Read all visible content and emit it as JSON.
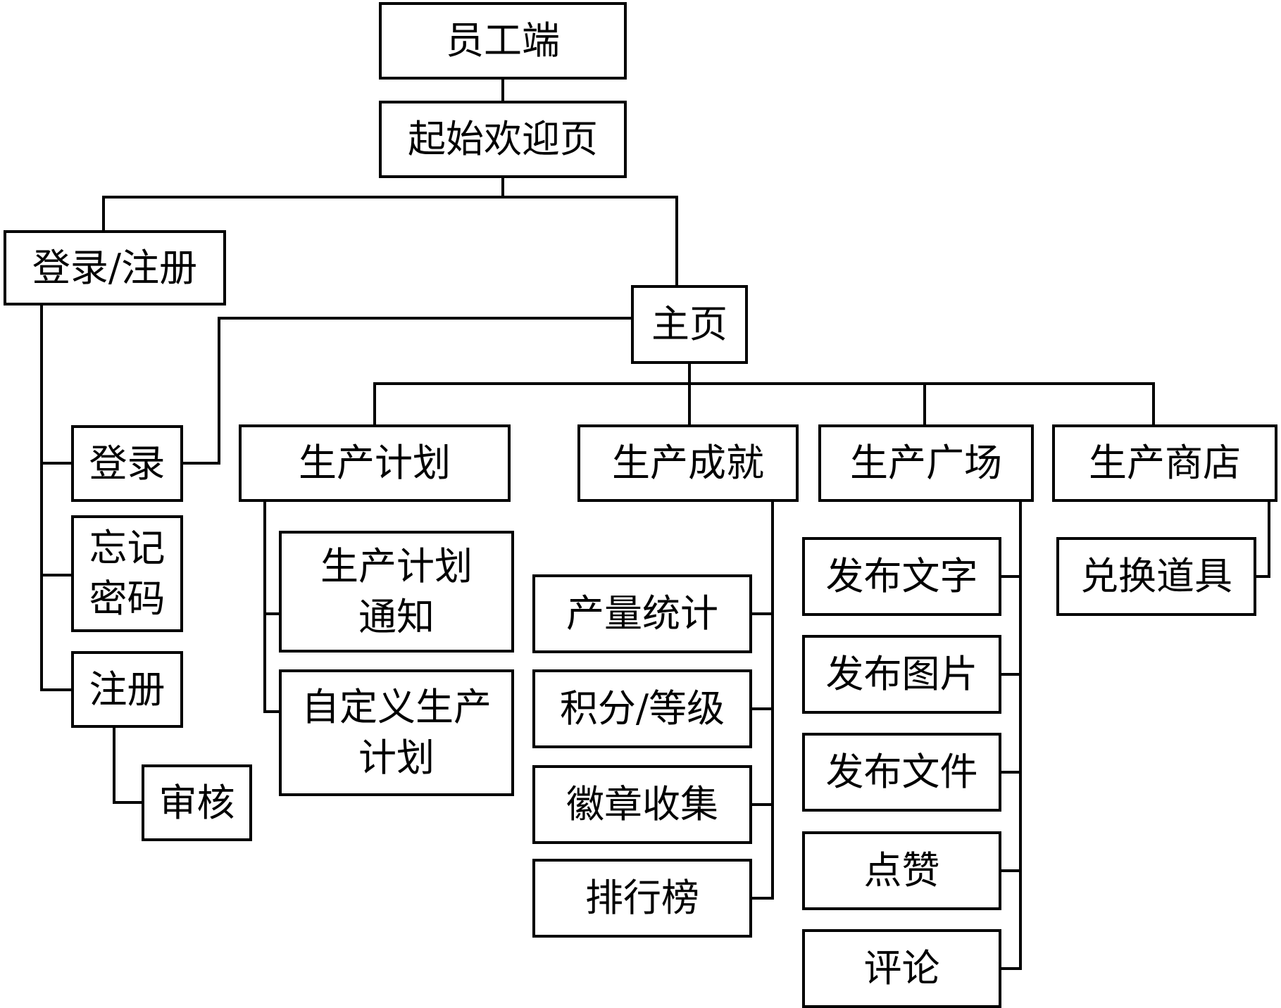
{
  "diagram": {
    "root": "员工端",
    "welcome": "起始欢迎页",
    "login_register": {
      "title": "登录/注册",
      "login": "登录",
      "forgot_password": "忘记\n密码",
      "register": "注册",
      "review": "审核"
    },
    "home": {
      "title": "主页",
      "production_plan": {
        "title": "生产计划",
        "items": [
          "生产计划\n通知",
          "自定义生产\n计划"
        ]
      },
      "production_achievement": {
        "title": "生产成就",
        "items": [
          "产量统计",
          "积分/等级",
          "徽章收集",
          "排行榜"
        ]
      },
      "production_square": {
        "title": "生产广场",
        "items": [
          "发布文字",
          "发布图片",
          "发布文件",
          "点赞",
          "评论"
        ]
      },
      "production_shop": {
        "title": "生产商店",
        "items": [
          "兑换道具"
        ]
      }
    }
  },
  "colors": {
    "line": "#000000",
    "box_border": "#000000",
    "box_fill": "#ffffff",
    "text": "#000000"
  }
}
